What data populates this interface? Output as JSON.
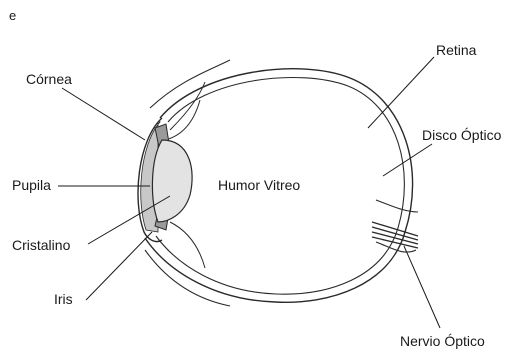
{
  "corner_letter": "e",
  "labels": {
    "cornea": "Córnea",
    "pupila": "Pupila",
    "cristalino": "Cristalino",
    "iris": "Iris",
    "humor_vitreo": "Humor Vitreo",
    "retina": "Retina",
    "disco_optico": "Disco Óptico",
    "nervio_optico": "Nervio Óptico"
  },
  "colors": {
    "line": "#2a2a2a",
    "iris_fill": "#9a9a9a",
    "aqueous_fill": "#c8c8c8",
    "lens_fill": "#e3e3e3"
  }
}
